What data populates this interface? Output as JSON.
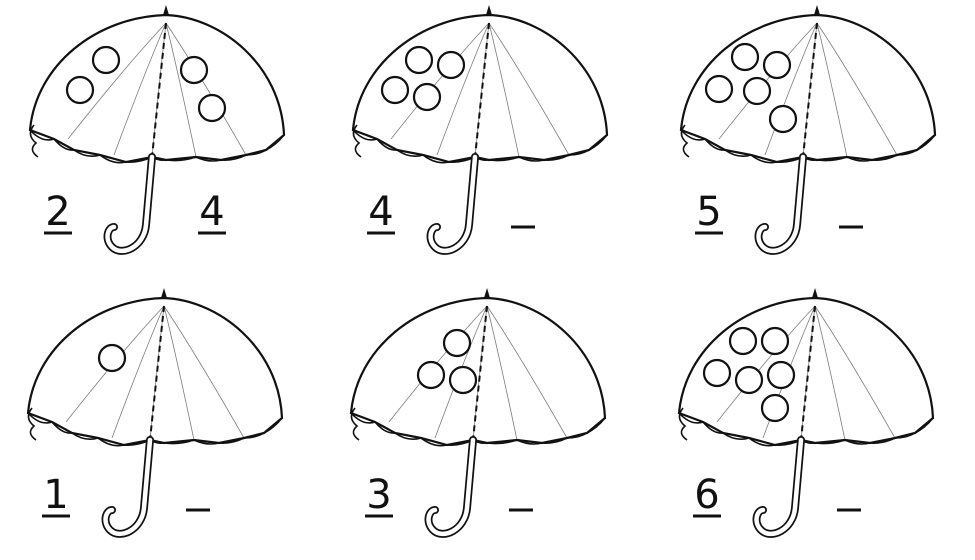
{
  "umbrellas": [
    {
      "left_circles": 2,
      "right_circles": 2,
      "left_number": "2",
      "right_number": "4"
    },
    {
      "left_circles": 4,
      "right_circles": 0,
      "left_number": "4",
      "right_number": ""
    },
    {
      "left_circles": 5,
      "right_circles": 0,
      "left_number": "5",
      "right_number": ""
    },
    {
      "left_circles": 1,
      "right_circles": 0,
      "left_number": "1",
      "right_number": ""
    },
    {
      "left_circles": 3,
      "right_circles": 0,
      "left_number": "3",
      "right_number": ""
    },
    {
      "left_circles": 6,
      "right_circles": 0,
      "left_number": "6",
      "right_number": ""
    }
  ],
  "colors": {
    "ink": "#111111",
    "background": "#ffffff"
  }
}
